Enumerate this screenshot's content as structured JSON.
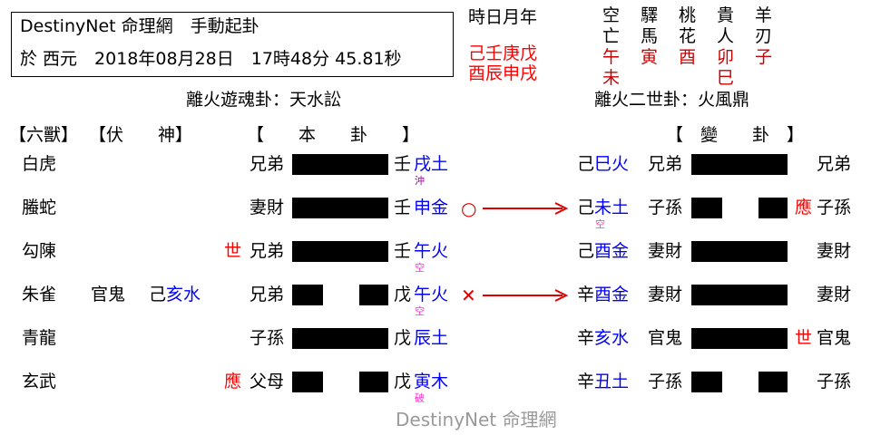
{
  "header": {
    "title_line": "DestinyNet 命理網　手動起卦",
    "date_line": "於 西元　2018年08月28日　17時48分 45.81秒"
  },
  "ganzhi": {
    "label": "時日月年",
    "stems": "己壬庚戊",
    "branches": "酉辰申戌"
  },
  "shensha": {
    "row1": [
      "空",
      "驛",
      "桃",
      "貴",
      "羊"
    ],
    "row2": [
      "亡",
      "馬",
      "花",
      "人",
      "刃"
    ],
    "row3": [
      "午",
      "寅",
      "酉",
      "卯",
      "子"
    ],
    "row4": [
      "未",
      "",
      "",
      "巳",
      ""
    ]
  },
  "base_gua_name": "離火遊魂卦：天水訟",
  "change_gua_name": "離火二世卦：火風鼎",
  "headers": {
    "liushou": "【六獸】",
    "fushen": "【伏　　神】",
    "bengua": "【　　本　　卦　　】",
    "biangua": "【　變　　卦　】"
  },
  "colors": {
    "element": "#0000ff",
    "marker": "#ff0000",
    "note": "#ff33cc",
    "annotation": "#990099"
  },
  "rows": [
    {
      "beast": "白虎",
      "fushen": {
        "relation": "",
        "stem": "",
        "branch_element": ""
      },
      "shi_ying": "",
      "relation": "兄弟",
      "stem": "壬",
      "branch_element": "戌土",
      "note": "沖",
      "line": "yang",
      "move": "",
      "change": {
        "stem": "己",
        "branch_element": "巳火",
        "relation": "兄弟",
        "line": "yang",
        "shi_ying": "",
        "note": "",
        "right_relation": "兄弟"
      }
    },
    {
      "beast": "螣蛇",
      "fushen": {
        "relation": "",
        "stem": "",
        "branch_element": ""
      },
      "shi_ying": "",
      "relation": "妻財",
      "stem": "壬",
      "branch_element": "申金",
      "note": "",
      "line": "yang",
      "move": "○",
      "change": {
        "stem": "己",
        "branch_element": "未土",
        "relation": "子孫",
        "line": "yin",
        "shi_ying": "應",
        "note": "空",
        "right_relation": "子孫"
      }
    },
    {
      "beast": "勾陳",
      "fushen": {
        "relation": "",
        "stem": "",
        "branch_element": ""
      },
      "shi_ying": "世",
      "relation": "兄弟",
      "stem": "壬",
      "branch_element": "午火",
      "note": "空",
      "line": "yang",
      "move": "",
      "change": {
        "stem": "己",
        "branch_element": "酉金",
        "relation": "妻財",
        "line": "yang",
        "shi_ying": "",
        "note": "",
        "right_relation": "妻財"
      }
    },
    {
      "beast": "朱雀",
      "fushen": {
        "relation": "官鬼",
        "stem": "己",
        "branch_element": "亥水"
      },
      "shi_ying": "",
      "relation": "兄弟",
      "stem": "戊",
      "branch_element": "午火",
      "note": "空",
      "line": "yin",
      "move": "✕",
      "change": {
        "stem": "辛",
        "branch_element": "酉金",
        "relation": "妻財",
        "line": "yang",
        "shi_ying": "",
        "note": "",
        "right_relation": "妻財"
      }
    },
    {
      "beast": "青龍",
      "fushen": {
        "relation": "",
        "stem": "",
        "branch_element": ""
      },
      "shi_ying": "",
      "relation": "子孫",
      "stem": "戊",
      "branch_element": "辰土",
      "note": "",
      "line": "yang",
      "move": "",
      "change": {
        "stem": "辛",
        "branch_element": "亥水",
        "relation": "官鬼",
        "line": "yang",
        "shi_ying": "世",
        "note": "",
        "right_relation": "官鬼"
      }
    },
    {
      "beast": "玄武",
      "fushen": {
        "relation": "",
        "stem": "",
        "branch_element": ""
      },
      "shi_ying": "應",
      "relation": "父母",
      "stem": "戊",
      "branch_element": "寅木",
      "note": "破",
      "line": "yin",
      "move": "",
      "change": {
        "stem": "辛",
        "branch_element": "丑土",
        "relation": "子孫",
        "line": "yin",
        "shi_ying": "",
        "note": "",
        "right_relation": "子孫"
      }
    }
  ],
  "watermark": "DestinyNet 命理網"
}
